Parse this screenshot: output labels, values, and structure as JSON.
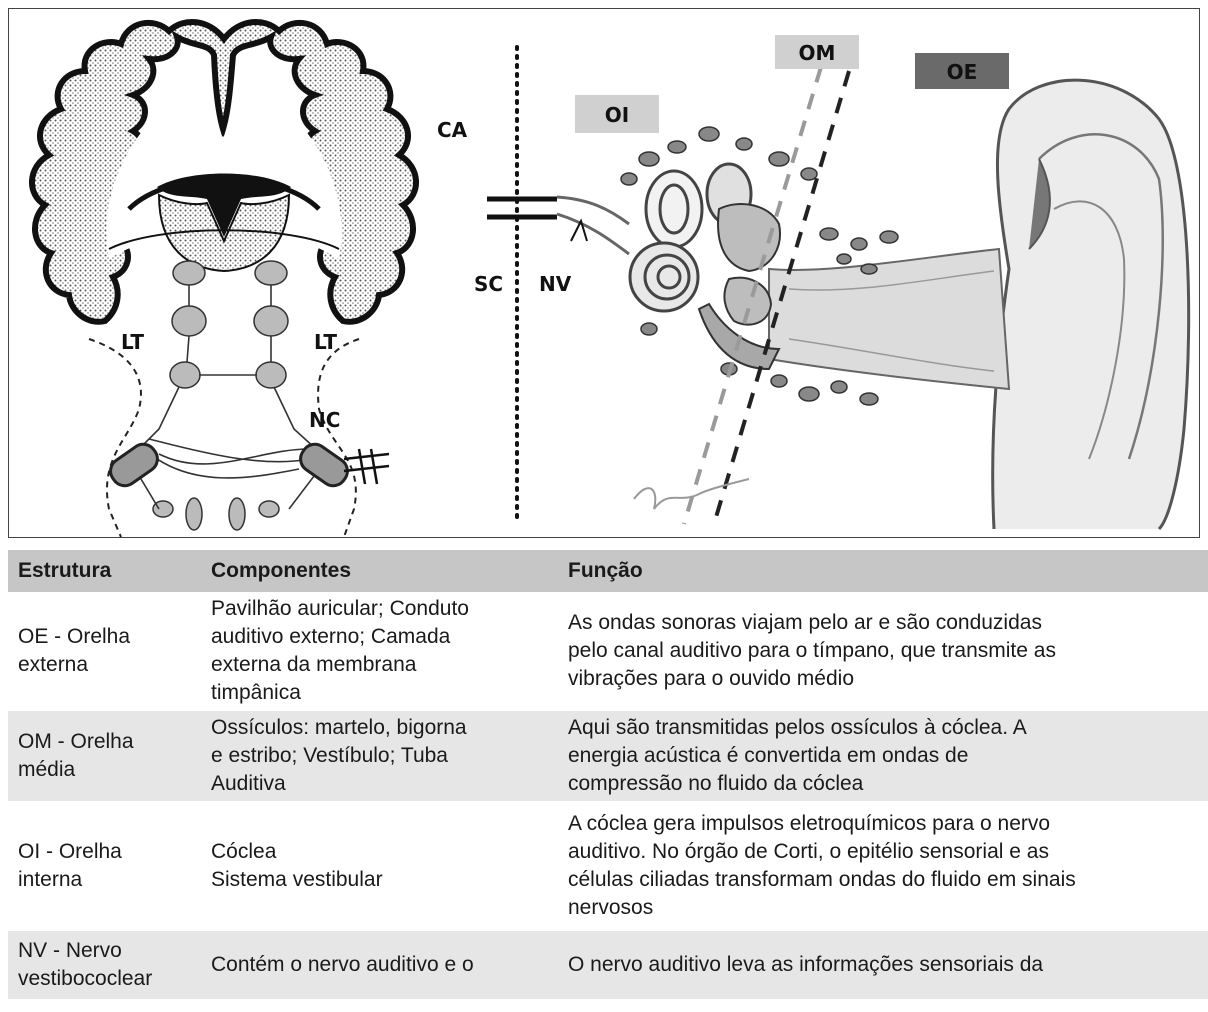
{
  "figure": {
    "brain_labels": {
      "ca": "CA",
      "lt_left": "LT",
      "lt_right": "LT",
      "nc": "NC"
    },
    "ear_labels": {
      "sc": "SC",
      "nv": "NV"
    },
    "region_boxes": {
      "oi": {
        "label": "OI",
        "color": "#d0d0d0"
      },
      "om": {
        "label": "OM",
        "color": "#d0d0d0"
      },
      "oe": {
        "label": "OE",
        "color": "#6a6a6a"
      }
    }
  },
  "table": {
    "headers": [
      "Estrutura",
      "Componentes",
      "Função"
    ],
    "rows": [
      {
        "estrutura": "OE - Orelha\nexterna",
        "componentes": "Pavilhão auricular; Conduto\nauditivo externo; Camada\nexterna da membrana\ntimpânica",
        "funcao": "As ondas sonoras viajam pelo ar e são conduzidas\npelo canal auditivo para o tímpano, que transmite as\nvibrações para o ouvido médio"
      },
      {
        "estrutura": "OM - Orelha\nmédia",
        "componentes": "Ossículos: martelo, bigorna\ne estribo; Vestíbulo; Tuba\nAuditiva",
        "funcao": "Aqui são transmitidas pelos ossículos à cóclea. A\nenergia acústica é convertida em ondas de\ncompressão no fluido da cóclea"
      },
      {
        "estrutura": "OI - Orelha\ninterna",
        "componentes": "Cóclea\nSistema vestibular",
        "funcao": "A cóclea gera impulsos eletroquímicos para o nervo\nauditivo. No órgão de Corti, o epitélio sensorial e as\ncélulas ciliadas transformam ondas do fluido em sinais\nnervosos"
      },
      {
        "estrutura": "NV - Nervo\nvestibococlear",
        "componentes": "Contém o nervo auditivo e o",
        "funcao": "O nervo auditivo leva as informações sensoriais da"
      }
    ]
  }
}
